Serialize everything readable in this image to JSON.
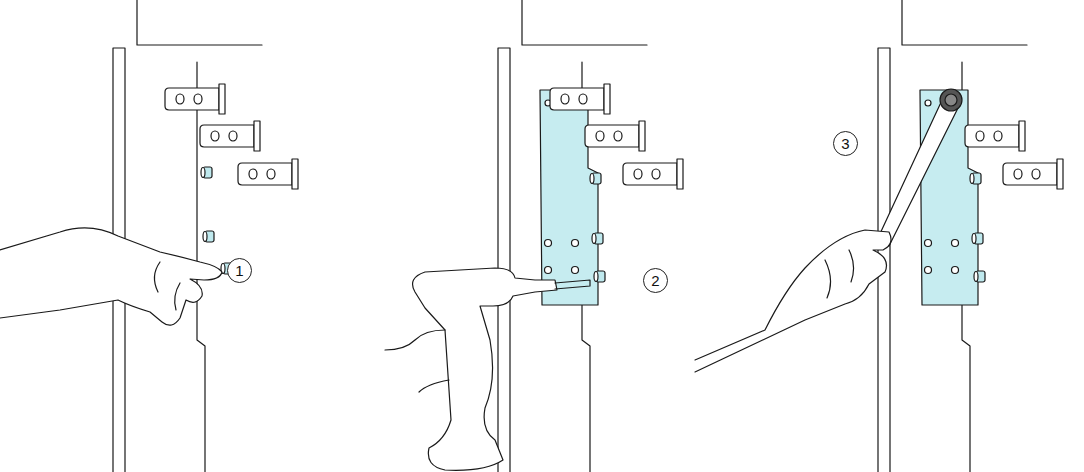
{
  "diagram": {
    "nodes": [
      {
        "text": [
          "1"
        ]
      },
      {
        "text": [
          "2"
        ]
      },
      {
        "text": [
          "3"
        ]
      }
    ]
  }
}
